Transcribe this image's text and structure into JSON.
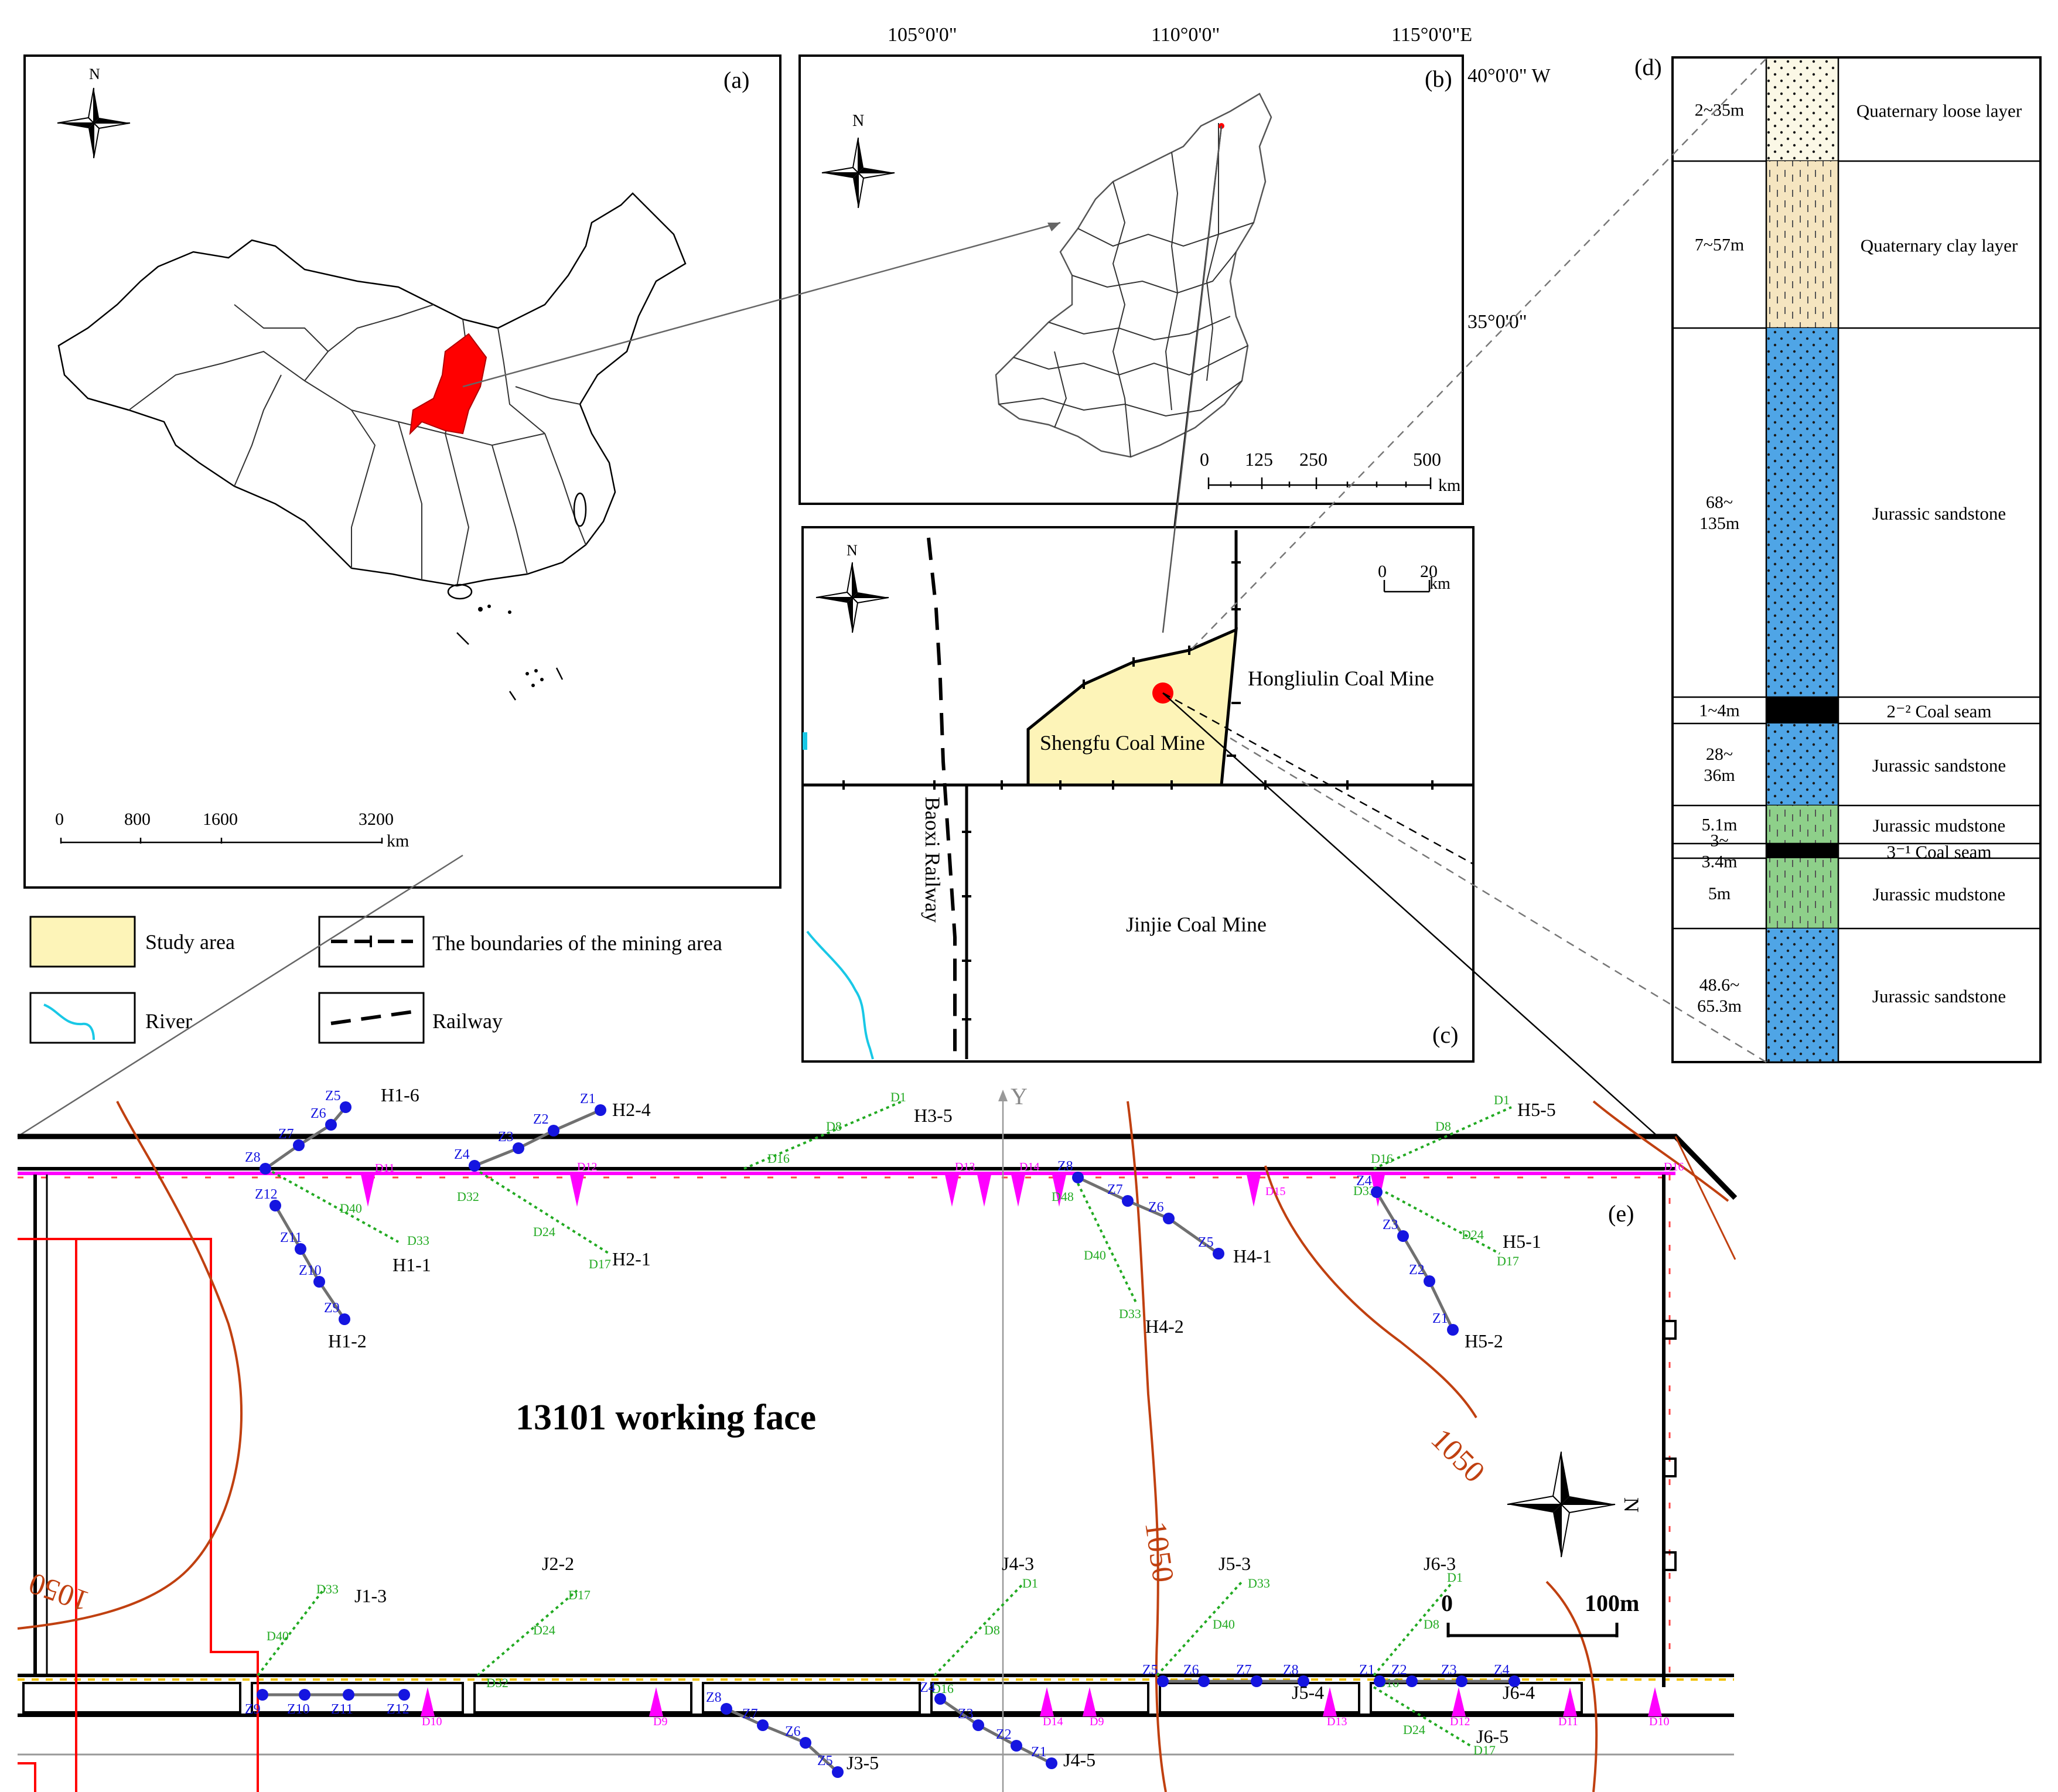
{
  "panel_a": {
    "label": "(a)",
    "north": "N",
    "scale_ticks": [
      "0",
      "800",
      "1600",
      "3200"
    ],
    "scale_unit": "km"
  },
  "panel_b": {
    "label": "(b)",
    "north": "N",
    "lon_labels": [
      "105°0'0\"",
      "110°0'0\"",
      "115°0'0\"E"
    ],
    "lat_labels": [
      "40°0'0\" W",
      "35°0'0\""
    ],
    "scale_ticks": [
      "0",
      "125",
      "250",
      "500"
    ],
    "scale_unit": "km"
  },
  "panel_c": {
    "label": "(c)",
    "north": "N",
    "scale_ticks": [
      "0",
      "20"
    ],
    "scale_unit": "km",
    "labels": {
      "hongliulin": "Hongliulin Coal Mine",
      "shengfu": "Shengfu Coal Mine",
      "jinjie": "Jinjie Coal Mine",
      "railway": "Baoxi Railway"
    }
  },
  "legend": {
    "study_area": "Study area",
    "boundaries": "The boundaries of the mining area",
    "river": "River",
    "railway": "Railway"
  },
  "panel_d": {
    "label": "(d)",
    "layers": [
      {
        "thickness": "2~35m",
        "name": "Quaternary loose layer",
        "fill": "#fbf8e6",
        "pattern": "dots"
      },
      {
        "thickness": "7~57m",
        "name": "Quaternary clay layer",
        "fill": "#f5e5c0",
        "pattern": "dashes"
      },
      {
        "thickness": "68~ 135m",
        "name": "Jurassic sandstone",
        "fill": "#4fa5e6",
        "pattern": "dots"
      },
      {
        "thickness": "1~4m",
        "name": "2⁻² Coal seam",
        "fill": "#000000",
        "pattern": "none"
      },
      {
        "thickness": "28~ 36m",
        "name": "Jurassic sandstone",
        "fill": "#4fa5e6",
        "pattern": "dots"
      },
      {
        "thickness": "5.1m",
        "name": "Jurassic mudstone",
        "fill": "#8ed08a",
        "pattern": "dashes"
      },
      {
        "thickness": "3~ 3.4m",
        "name": "3⁻¹ Coal seam",
        "fill": "#000000",
        "pattern": "none"
      },
      {
        "thickness": "5m",
        "name": "Jurassic mudstone",
        "fill": "#8ed08a",
        "pattern": "dashes"
      },
      {
        "thickness": "48.6~ 65.3m",
        "name": "Jurassic sandstone",
        "fill": "#4fa5e6",
        "pattern": "dots"
      }
    ]
  },
  "panel_e": {
    "label": "(e)",
    "title": "13101 working face",
    "axis_y": "Y",
    "north": "N",
    "contours": [
      "1050",
      "1050",
      "1050"
    ],
    "scale_ticks": [
      "0",
      "100m"
    ],
    "boreholes": [
      {
        "name": "H1-6",
        "dots": [
          "Z5",
          "Z6",
          "Z7",
          "Z8"
        ]
      },
      {
        "name": "H1-2",
        "dots": [
          "Z12",
          "Z11",
          "Z10",
          "Z9"
        ]
      },
      {
        "name": "H1-1",
        "dots": []
      },
      {
        "name": "H2-4",
        "dots": [
          "Z1",
          "Z2",
          "Z3",
          "Z4"
        ]
      },
      {
        "name": "H2-1",
        "dots": []
      },
      {
        "name": "H3-5",
        "dots": []
      },
      {
        "name": "H4-1",
        "dots": [
          "Z8",
          "Z7",
          "Z6",
          "Z5"
        ]
      },
      {
        "name": "H4-2",
        "dots": []
      },
      {
        "name": "H5-5",
        "dots": []
      },
      {
        "name": "H5-1",
        "dots": []
      },
      {
        "name": "H5-2",
        "dots": [
          "Z4",
          "Z3",
          "Z2",
          "Z1"
        ]
      },
      {
        "name": "J1-3",
        "dots": [
          "Z12",
          "Z11",
          "Z10",
          "Z9"
        ]
      },
      {
        "name": "J2-2",
        "dots": []
      },
      {
        "name": "J3-5",
        "dots": [
          "Z8",
          "Z7",
          "Z6",
          "Z5"
        ]
      },
      {
        "name": "J4-3",
        "dots": []
      },
      {
        "name": "J4-5",
        "dots": [
          "Z4",
          "Z3",
          "Z2",
          "Z1"
        ]
      },
      {
        "name": "J5-3",
        "dots": []
      },
      {
        "name": "J5-4",
        "dots": [
          "Z8",
          "Z7",
          "Z6",
          "Z5"
        ]
      },
      {
        "name": "J6-3",
        "dots": []
      },
      {
        "name": "J6-4",
        "dots": [
          "Z4",
          "Z3",
          "Z2",
          "Z1"
        ]
      },
      {
        "name": "J6-5",
        "dots": []
      }
    ],
    "green_labels": [
      "D40",
      "D33",
      "D32",
      "D24",
      "D17",
      "D16",
      "D8",
      "D1",
      "D48",
      "D40",
      "D33",
      "D24",
      "D17",
      "D33",
      "D16",
      "D8",
      "D1",
      "D40",
      "D33",
      "D32",
      "D24",
      "D17",
      "D16",
      "D8",
      "D1",
      "D40",
      "D33",
      "D16",
      "D8",
      "D1",
      "D24",
      "D17"
    ],
    "magenta_labels": [
      "D11",
      "D12",
      "D13",
      "D14",
      "D15",
      "D16",
      "D10",
      "D9",
      "D14",
      "D13",
      "D12",
      "D11",
      "D10",
      "D9"
    ]
  }
}
